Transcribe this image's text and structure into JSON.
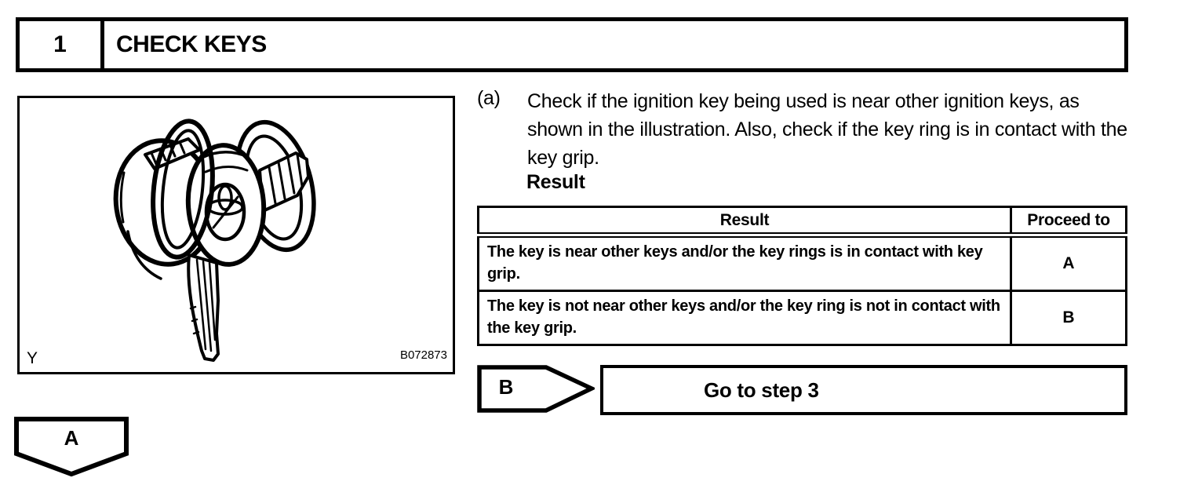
{
  "header": {
    "step_number": "1",
    "title": "CHECK KEYS"
  },
  "figure": {
    "corner_label": "Y",
    "code": "B072873"
  },
  "instruction": {
    "marker": "(a)",
    "text": "Check if the ignition key being used is near other ignition keys, as shown in the illustration. Also, check if the key ring is in contact with the key grip.",
    "result_heading": "Result"
  },
  "result_table": {
    "col_result": "Result",
    "col_proceed": "Proceed to",
    "rows": [
      {
        "result": "The key is near other keys and/or the key rings is in contact with key grip.",
        "proceed": "A"
      },
      {
        "result": "The key is not near other keys and/or the key ring is not in contact with the key grip.",
        "proceed": "B"
      }
    ]
  },
  "branches": {
    "b": {
      "label": "B",
      "action": "Go to step 3"
    },
    "a": {
      "label": "A"
    }
  },
  "colors": {
    "ink": "#000000",
    "paper": "#ffffff"
  }
}
